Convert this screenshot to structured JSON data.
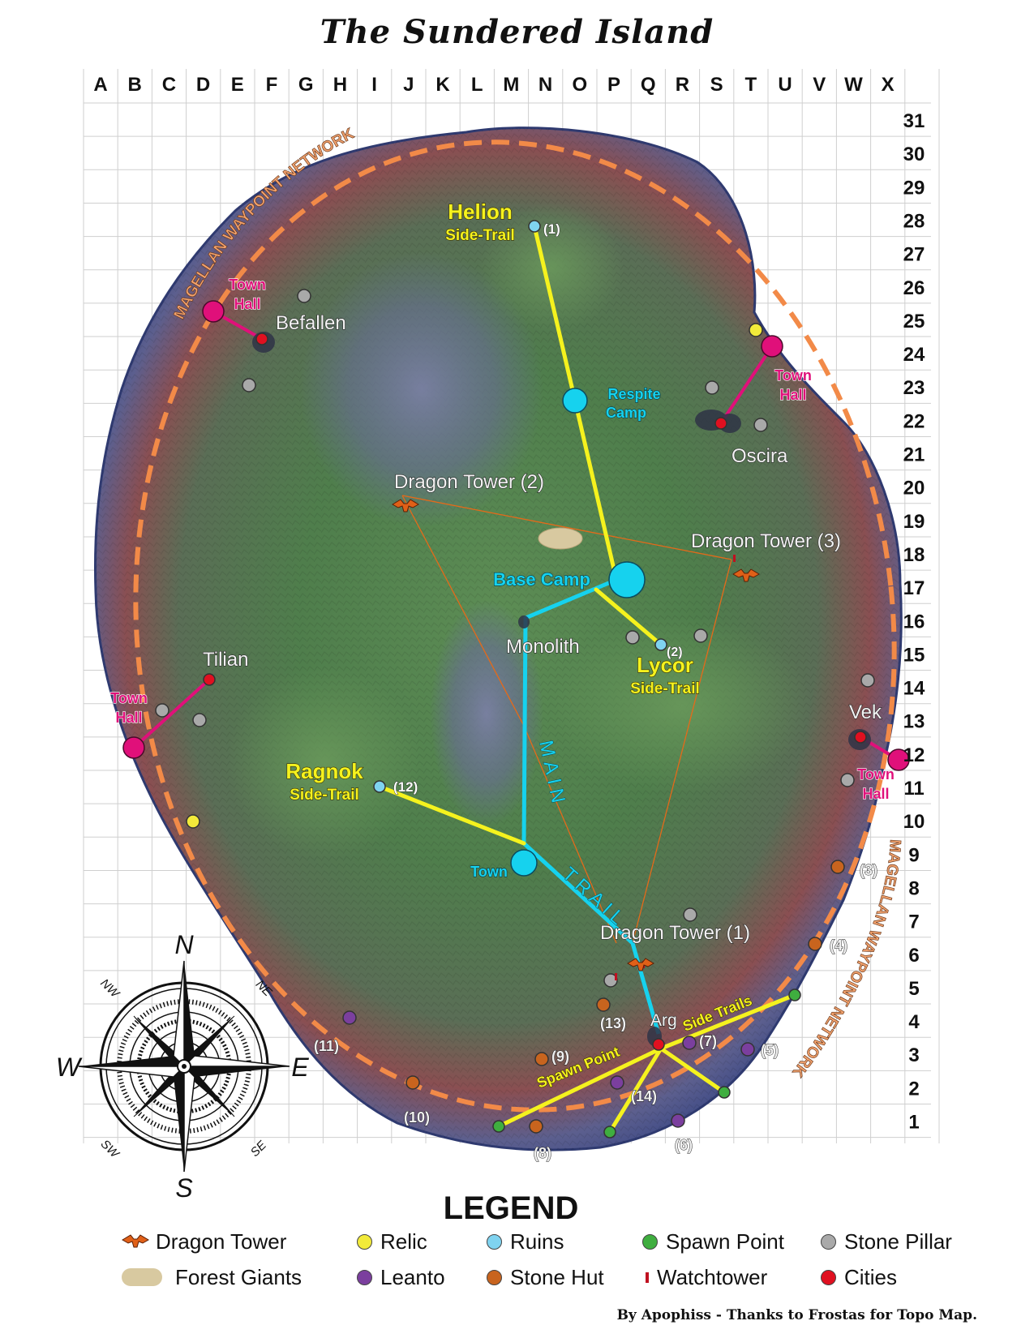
{
  "title": "The Sundered Island",
  "columns": [
    "A",
    "B",
    "C",
    "D",
    "E",
    "F",
    "G",
    "H",
    "I",
    "J",
    "K",
    "L",
    "M",
    "N",
    "O",
    "P",
    "Q",
    "R",
    "S",
    "T",
    "U",
    "V",
    "W",
    "X"
  ],
  "rows": [
    "31",
    "30",
    "29",
    "28",
    "27",
    "26",
    "25",
    "24",
    "23",
    "22",
    "21",
    "20",
    "19",
    "18",
    "17",
    "16",
    "15",
    "14",
    "13",
    "12",
    "11",
    "10",
    "9",
    "8",
    "7",
    "6",
    "5",
    "4",
    "3",
    "2",
    "1"
  ],
  "network_labels": {
    "left": "MAGELLAN WAYPOINT NETWORK",
    "right": "MAGELLAN WAYPOINT NETWORK"
  },
  "main_trail_labels": {
    "main": "MAIN",
    "trail": "TRAIL"
  },
  "trail_stops": {
    "base_camp": "Base Camp",
    "respite_camp": [
      "Respite",
      "Camp"
    ],
    "town": "Town"
  },
  "side_trails": {
    "helion": {
      "name": "Helion",
      "sub": "Side-Trail",
      "num": "(1)"
    },
    "lycor": {
      "name": "Lycor",
      "sub": "Side-Trail",
      "num": "(2)"
    },
    "ragnok": {
      "name": "Ragnok",
      "sub": "Side-Trail",
      "num": "(12)"
    },
    "spawn_point": "Spawn Point",
    "side_trails": "Side Trails"
  },
  "places": {
    "befallen": "Befallen",
    "oscira": "Oscira",
    "tilian": "Tilian",
    "vek": "Vek",
    "monolith": "Monolith",
    "arg": "Arg",
    "town_hall": [
      "Town",
      "Hall"
    ],
    "dragon_tower_1": "Dragon Tower (1)",
    "dragon_tower_2": "Dragon Tower (2)",
    "dragon_tower_3": "Dragon Tower (3)"
  },
  "markers": {
    "n3": "(3)",
    "n4": "(4)",
    "n5": "(5)",
    "n6": "(6)",
    "n7": "(7)",
    "n8": "(8)",
    "n9": "(9)",
    "n10": "(10)",
    "n11": "(11)",
    "n13": "(13)",
    "n14": "(14)"
  },
  "compass": {
    "N": "N",
    "S": "S",
    "E": "E",
    "W": "W",
    "NW": "NW",
    "NE": "NE",
    "SW": "SW",
    "SE": "SE"
  },
  "legend": {
    "title": "LEGEND",
    "items": [
      {
        "label": "Dragon Tower",
        "color": "#e06018",
        "icon": "dragon-icon"
      },
      {
        "label": "Relic",
        "color": "#f2ea3a",
        "icon": "dot"
      },
      {
        "label": "Ruins",
        "color": "#7fd3f0",
        "icon": "dot"
      },
      {
        "label": "Spawn Point",
        "color": "#3fae3f",
        "icon": "dot"
      },
      {
        "label": "Stone Pillar",
        "color": "#a9a9a9",
        "icon": "dot"
      },
      {
        "label": "Forest Giants",
        "color": "#d8c9a0",
        "icon": "patch"
      },
      {
        "label": "Leanto",
        "color": "#7b3f9e",
        "icon": "dot"
      },
      {
        "label": "Stone Hut",
        "color": "#c8641e",
        "icon": "dot"
      },
      {
        "label": "Watchtower",
        "color": "#c01020",
        "icon": "bar"
      },
      {
        "label": "Cities",
        "color": "#e01020",
        "icon": "dot"
      }
    ]
  },
  "credit": "By Apophiss - Thanks to Frostas for Topo Map.",
  "colors": {
    "main_trail": "#16d2ee",
    "side_trail": "#f5f21e",
    "town_hall_link": "#e0107a",
    "network_ring": "#f28a48",
    "tower_link": "#e46a1a"
  }
}
